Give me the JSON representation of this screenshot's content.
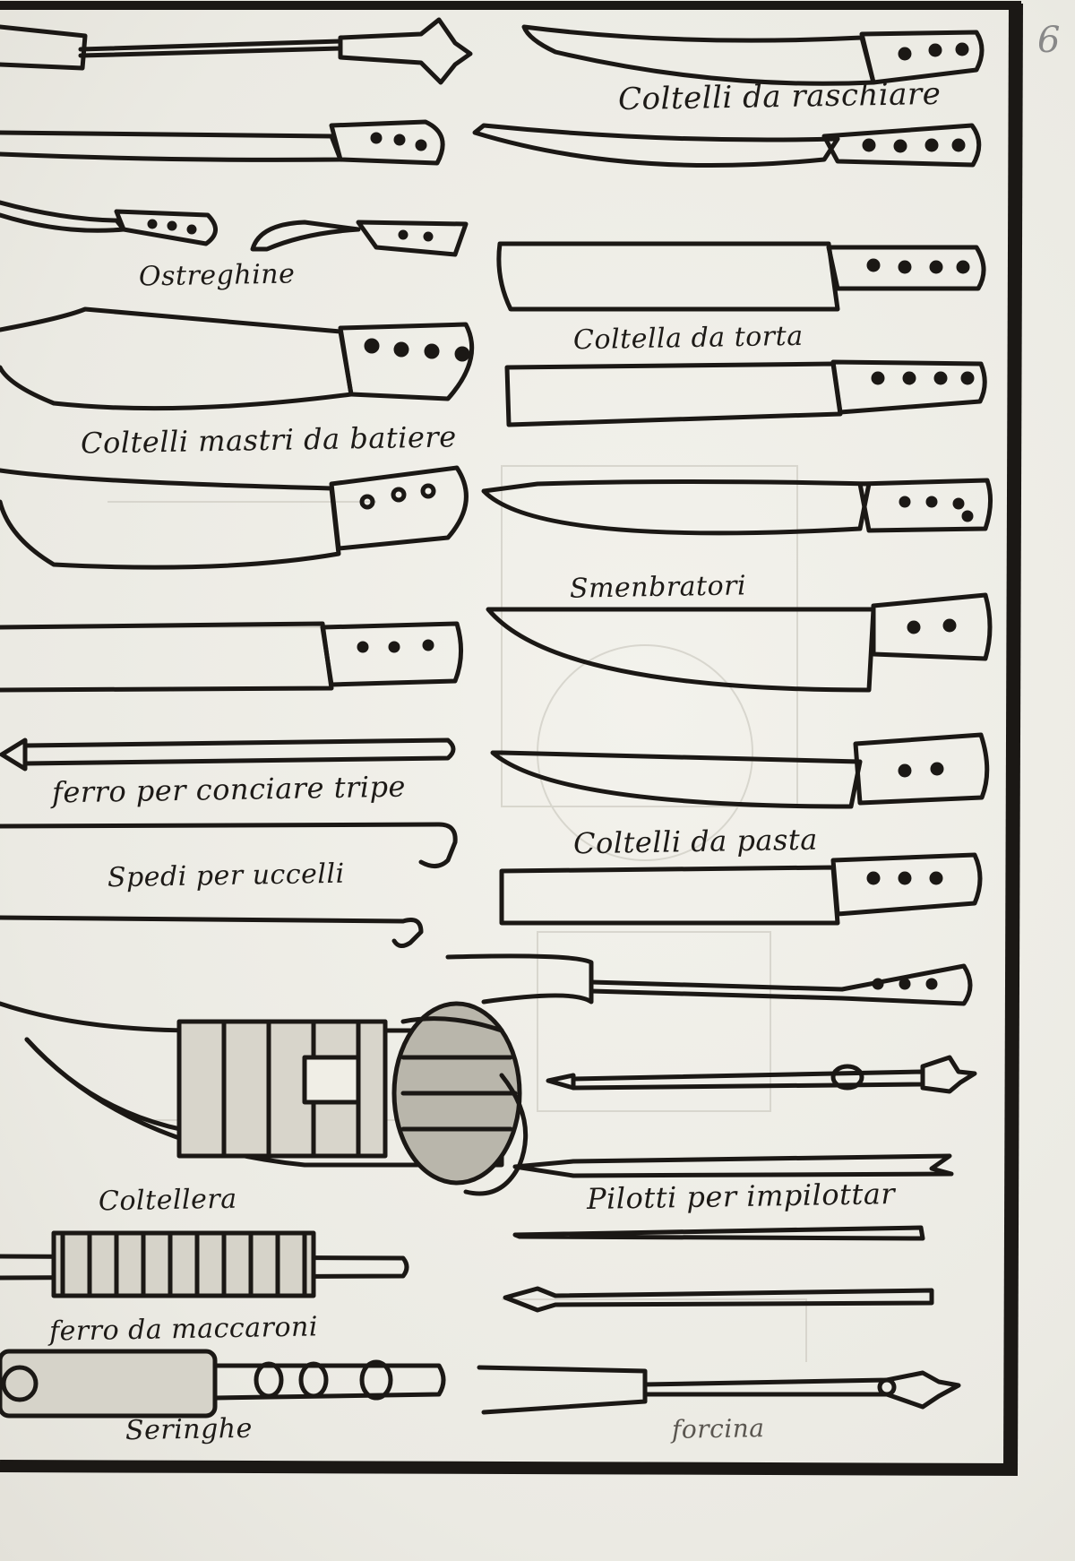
{
  "page_number": "6",
  "labels": {
    "coltelli_da_raschiare": "Coltelli da raschiare",
    "ostreghine": "Ostreghine",
    "coltella_da_torta": "Coltella da torta",
    "coltelli_mastri": "Coltelli mastri da batiere",
    "smenbratori": "Smenbratori",
    "ferro_tripe": "ferro per conciare tripe",
    "coltelli_da_pasta": "Coltelli da pasta",
    "spedi_per_uccelli": "Spedi per uccelli",
    "coltellera": "Coltellera",
    "pilotti": "Pilotti per impilottar",
    "ferro_maccaroni": "ferro da maccaroni",
    "seringhe": "Seringhe",
    "forcina": "forcina"
  },
  "colors": {
    "paper": "#efeee8",
    "ink": "#1d1a17",
    "ghost": "#c9c7bd"
  }
}
